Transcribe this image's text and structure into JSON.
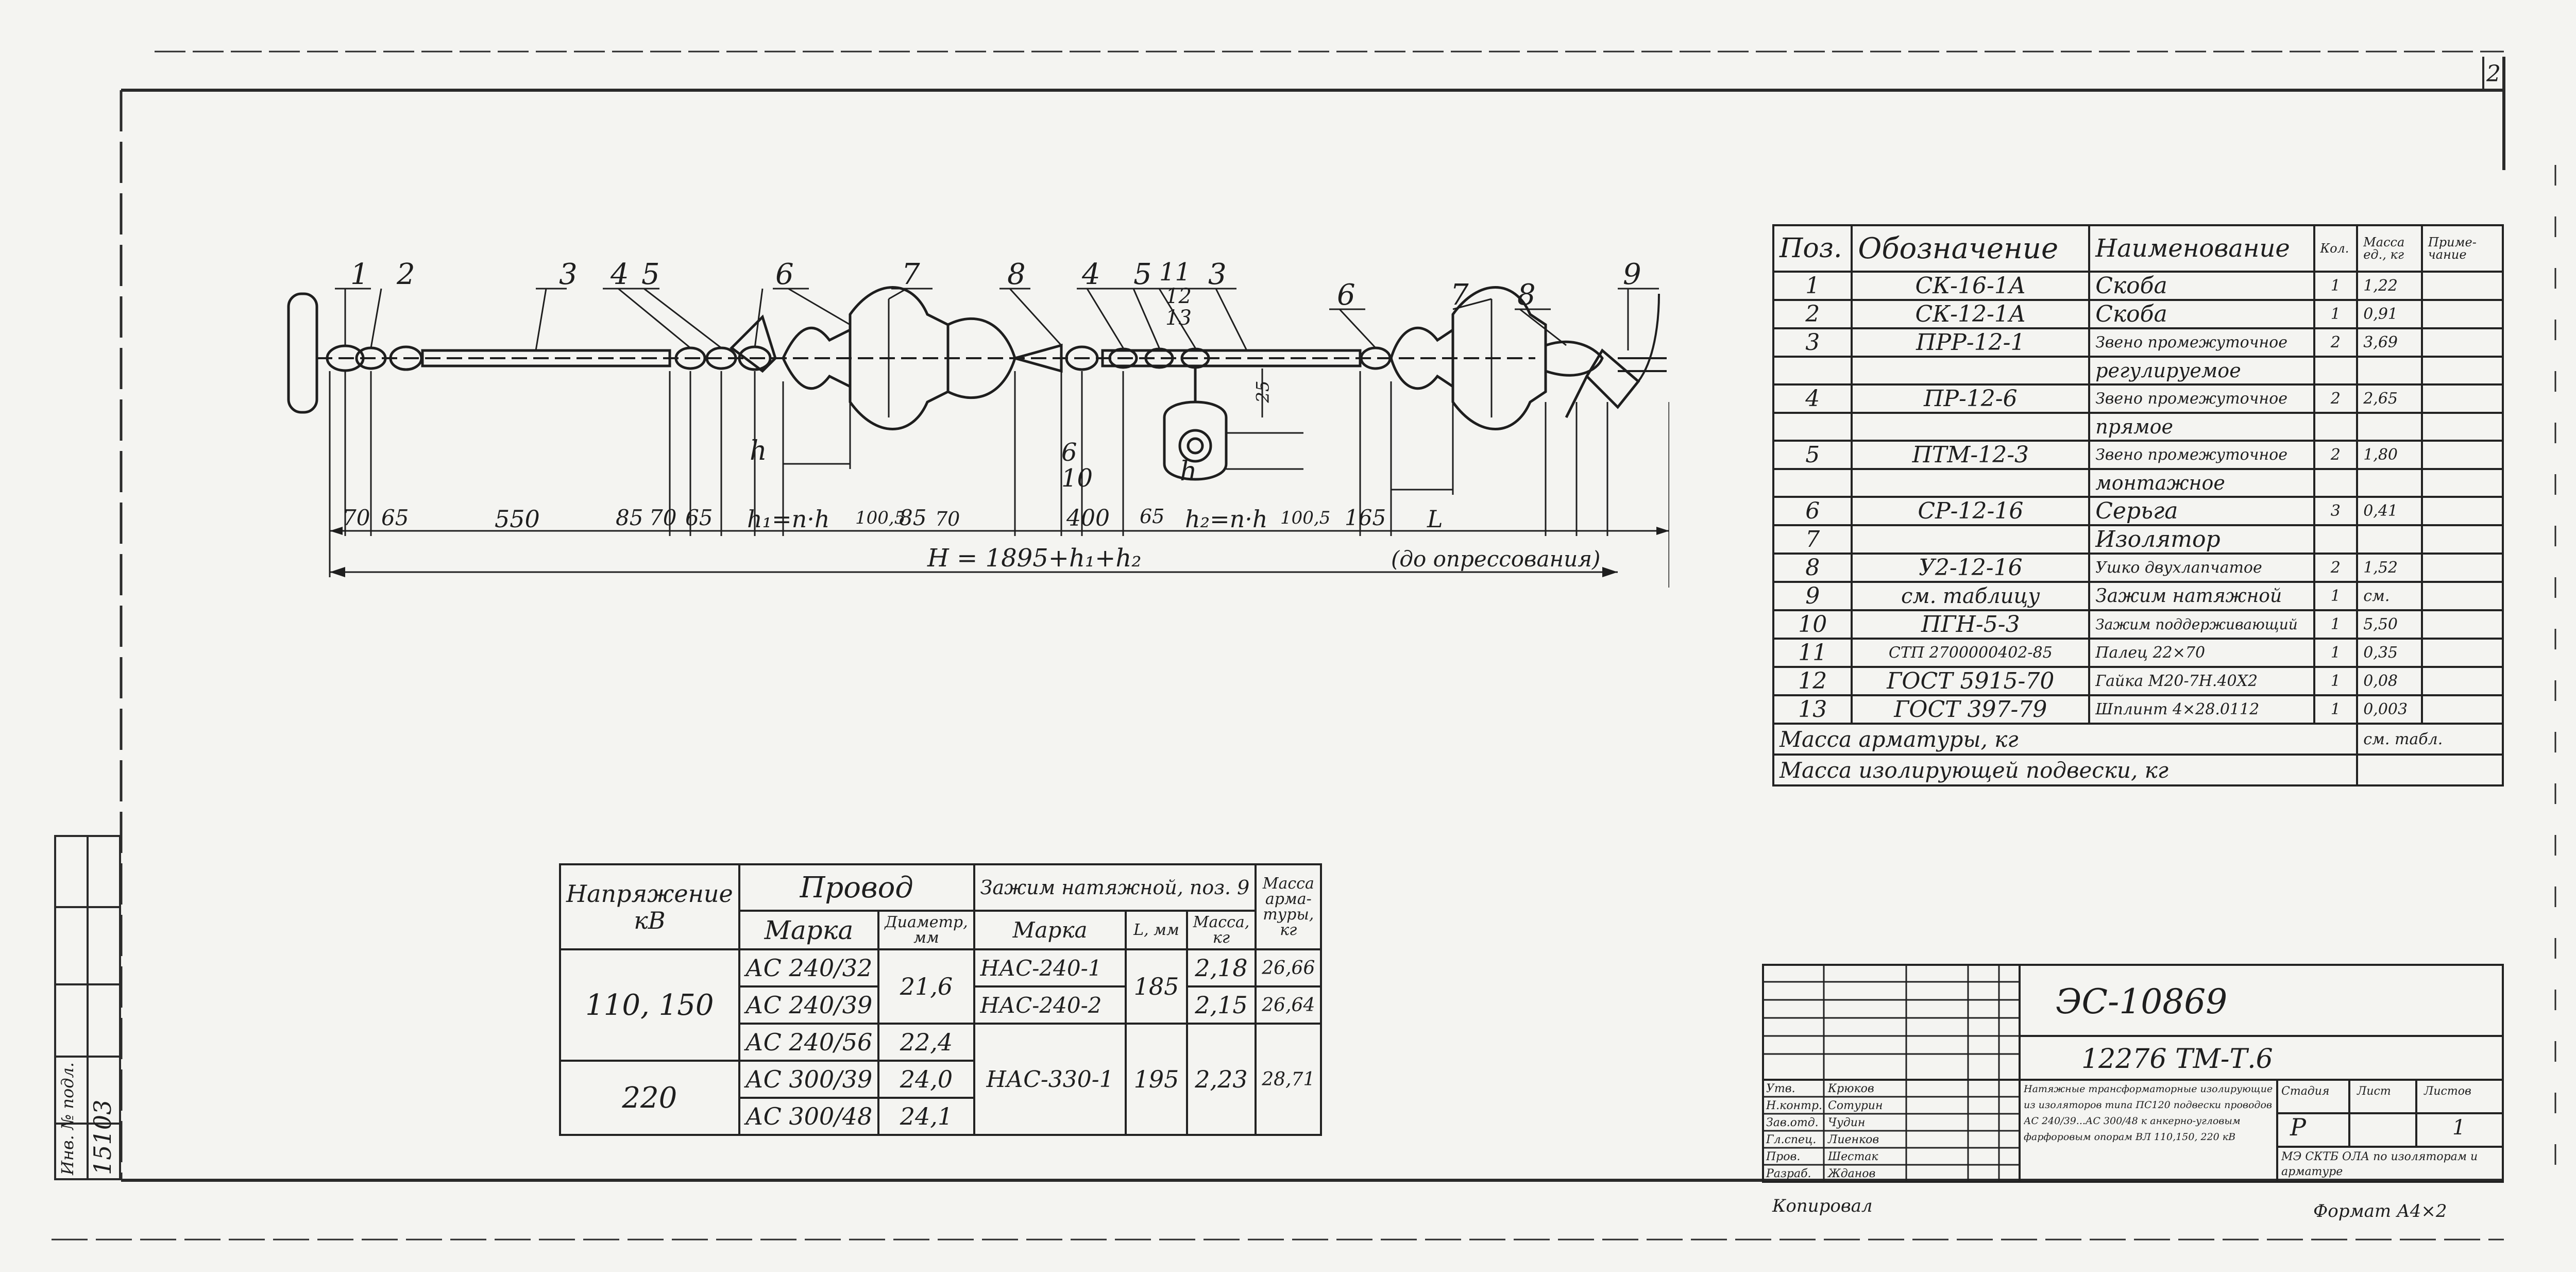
{
  "spec_table": {
    "headers": [
      "Поз.",
      "Обозначение",
      "Наименование",
      "Кол.",
      "Масса ед., кг",
      "Приме- чание"
    ],
    "rows": [
      {
        "pos": "1",
        "designation": "СК-16-1А",
        "name": "Скоба",
        "qty": "1",
        "mass": "1,22"
      },
      {
        "pos": "2",
        "designation": "СК-12-1А",
        "name": "Скоба",
        "qty": "1",
        "mass": "0,91"
      },
      {
        "pos": "3",
        "designation": "ПРР-12-1",
        "name": "Звено промежуточное",
        "qty": "2",
        "mass": "3,69"
      },
      {
        "pos": "",
        "designation": "",
        "name": "регулируемое",
        "qty": "",
        "mass": ""
      },
      {
        "pos": "4",
        "designation": "ПР-12-6",
        "name": "Звено промежуточное",
        "qty": "2",
        "mass": "2,65"
      },
      {
        "pos": "",
        "designation": "",
        "name": "прямое",
        "qty": "",
        "mass": ""
      },
      {
        "pos": "5",
        "designation": "ПТМ-12-3",
        "name": "Звено промежуточное",
        "qty": "2",
        "mass": "1,80"
      },
      {
        "pos": "",
        "designation": "",
        "name": "монтажное",
        "qty": "",
        "mass": ""
      },
      {
        "pos": "6",
        "designation": "СР-12-16",
        "name": "Серьга",
        "qty": "3",
        "mass": "0,41"
      },
      {
        "pos": "7",
        "designation": "",
        "name": "Изолятор",
        "qty": "",
        "mass": ""
      },
      {
        "pos": "8",
        "designation": "У2-12-16",
        "name": "Ушко двухлапчатое",
        "qty": "2",
        "mass": "1,52"
      },
      {
        "pos": "9",
        "designation": "см. таблицу",
        "name": "Зажим натяжной",
        "qty": "1",
        "mass": "см."
      },
      {
        "pos": "10",
        "designation": "ПГН-5-3",
        "name": "Зажим поддерживающий",
        "qty": "1",
        "mass": "5,50"
      },
      {
        "pos": "11",
        "designation": "СТП 2700000402-85",
        "name": "Палец 22×70",
        "qty": "1",
        "mass": "0,35"
      },
      {
        "pos": "12",
        "designation": "ГОСТ 5915-70",
        "name": "Гайка М20-7Н.40Х2",
        "qty": "1",
        "mass": "0,08"
      },
      {
        "pos": "13",
        "designation": "ГОСТ 397-79",
        "name": "Шплинт 4×28.0112",
        "qty": "1",
        "mass": "0,003"
      }
    ],
    "mass_fittings_label": "Масса арматуры, кг",
    "mass_fittings_value": "см. табл.",
    "mass_suspension_label": "Масса изолирующей подвески, кг"
  },
  "wire_table": {
    "h_voltage": "Напряжение кВ",
    "h_wire": "Провод",
    "h_clamp": "Зажим натяжной, поз. 9",
    "h_mass": "Масса арма- туры, кг",
    "h_mark": "Марка",
    "h_diam": "Диаметр, мм",
    "h_clamp_mark": "Марка",
    "h_l": "L, мм",
    "h_clamp_mass": "Масса, кг",
    "v1": "110, 150",
    "v2": "220",
    "w1": "АС 240/32",
    "w2": "АС 240/39",
    "w3": "АС 240/56",
    "w4": "АС 300/39",
    "w5": "АС 300/48",
    "d12": "21,6",
    "d3": "22,4",
    "d4": "24,0",
    "d5": "24,1",
    "c1": "НАС-240-1",
    "c2": "НАС-240-2",
    "c3": "НАС-330-1",
    "l12": "185",
    "l3": "195",
    "cm1": "2,18",
    "cm2": "2,15",
    "cm3": "2,23",
    "m1": "26,66",
    "m2": "26,64",
    "m3": "28,71"
  },
  "title_block": {
    "doc_number": "ЭС-10869",
    "project": "12276 ТМ-Т.6",
    "description": "Натяжные трансформаторные изолирующие из изоляторов типа ПС120 подвески проводов АС 240/39...АС 300/48 к анкерно-угловым фарфоровым опорам ВЛ 110,150, 220 кВ",
    "stage_label": "Стадия",
    "sheet_label": "Лист",
    "sheets_label": "Листов",
    "stage": "Р",
    "sheets": "1",
    "org": "МЭ СКТБ ОЛА по изоляторам и арматуре",
    "roles": [
      "Утв.",
      "Н.контр.",
      "Зав.отд.",
      "Гл.спец.",
      "Пров.",
      "Разраб."
    ],
    "names": [
      "Крюков",
      "Сотурин",
      "Чудин",
      "Лиенков",
      "Шестак",
      "Жданов"
    ],
    "copied": "Копировал",
    "format": "Формат А4×2"
  },
  "left_stamp": {
    "inv": "Инв. № подл.",
    "inv_no": "15103"
  },
  "corner_mark": "2",
  "drawing": {
    "labels": [
      "1",
      "2",
      "3",
      "4",
      "5",
      "6",
      "7",
      "8",
      "4",
      "5",
      "11",
      "12",
      "13",
      "3",
      "6",
      "7",
      "8",
      "9",
      "6",
      "10"
    ],
    "dims": [
      "70",
      "65",
      "550",
      "85",
      "70",
      "65",
      "h₁=n·h",
      "100,5",
      "85",
      "70",
      "400",
      "65",
      "h₂=n·h",
      "100,5",
      "165"
    ],
    "h_mark": "h",
    "L_mark": "L",
    "total_dim": "H = 1895+h₁+h₂",
    "note": "(до опрессования)",
    "dim_vertical": "25"
  }
}
